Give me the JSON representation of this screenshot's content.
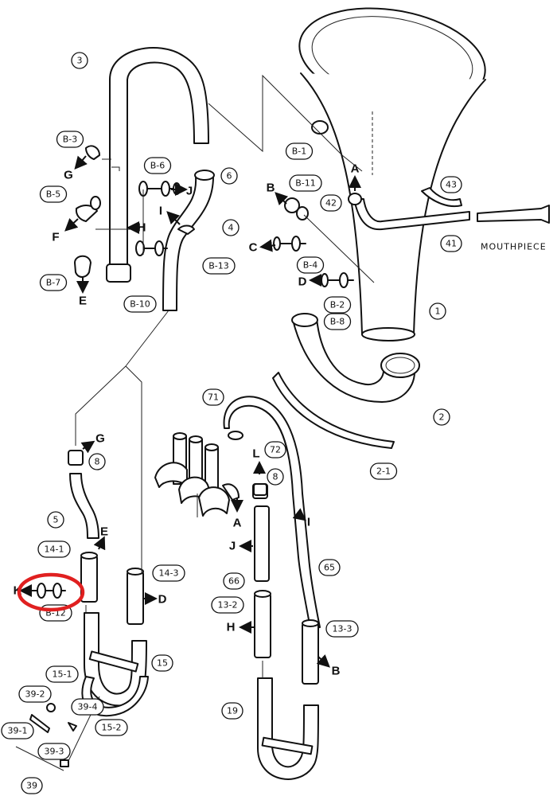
{
  "diagram": {
    "mouthpiece_label": "MOUTHPIECE",
    "part_numbers": [
      "3",
      "B-3",
      "G",
      "B-6",
      "J",
      "6",
      "B-5",
      "F",
      "I",
      "4",
      "H",
      "B-13",
      "B-7",
      "E",
      "B-10",
      "B-1",
      "A",
      "B",
      "B-11",
      "43",
      "42",
      "41",
      "C",
      "B-4",
      "D",
      "B-2",
      "B-8",
      "1",
      "2",
      "2-1",
      "71",
      "G",
      "8",
      "72",
      "L",
      "8",
      "A",
      "I",
      "5",
      "E",
      "14-1",
      "J",
      "65",
      "K",
      "66",
      "B-12",
      "14-3",
      "D",
      "13-2",
      "H",
      "13-3",
      "B",
      "15-1",
      "15",
      "39-2",
      "39-4",
      "39-1",
      "15-2",
      "19",
      "39-3",
      "39"
    ],
    "highlight_color": "#e02020"
  }
}
